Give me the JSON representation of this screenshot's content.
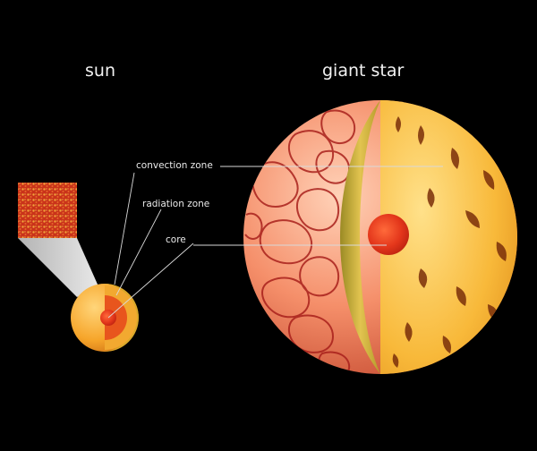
{
  "titles": {
    "sun": "sun",
    "giant_star": "giant star"
  },
  "labels": {
    "convection": "convection zone",
    "radiation": "radiation zone",
    "core": "core"
  },
  "colors": {
    "background": "#000000",
    "core": "#e3361b",
    "convection_layer": "#f7b733",
    "granulation": "#e8431e",
    "leader_line": "#d9d9d9"
  }
}
